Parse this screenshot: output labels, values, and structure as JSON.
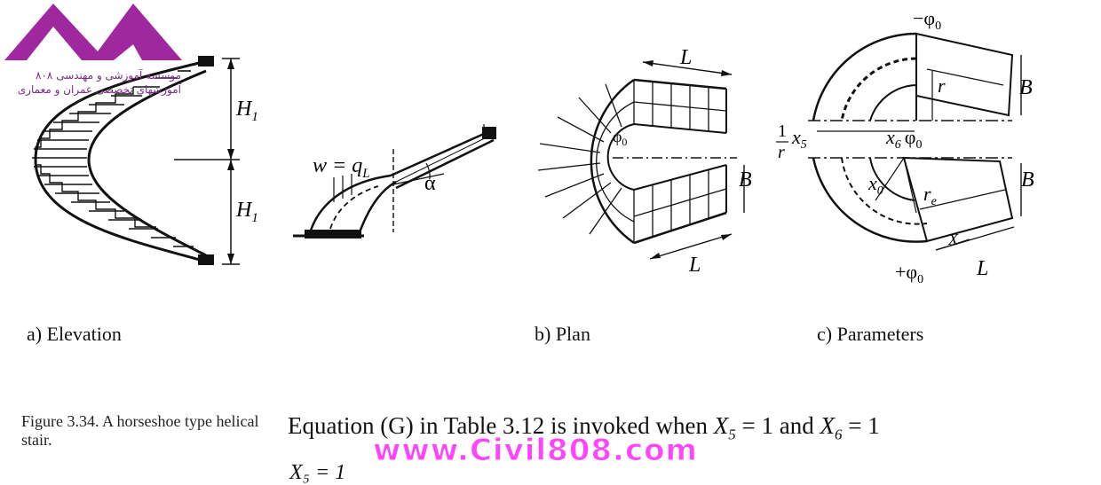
{
  "logo": {
    "line1": "موسسه آموزشی و مهندسی ۸۰۸",
    "line2": "آموزشهای تخصصی عمران و معماری",
    "color": "#a0289e"
  },
  "figure": {
    "elevation": {
      "label_h1_top": "H",
      "label_h1_bottom": "H",
      "subscript": "1"
    },
    "load": {
      "w_label": "w = q",
      "w_sub": "L",
      "alpha": "α"
    },
    "plan": {
      "L_top": "L",
      "L_bottom": "L",
      "B": "B",
      "phi": "φ",
      "phi_sub": "0"
    },
    "parameters": {
      "neg_phi": "−φ",
      "pos_phi": "+φ",
      "phi_sub": "0",
      "r": "r",
      "B_top": "B",
      "B_bottom": "B",
      "L": "L",
      "frac_num": "1",
      "frac_den": "r",
      "x5": "x",
      "x5_sub": "5",
      "x6": "x",
      "x6_sub": "6",
      "phi0": "φ",
      "x0": "x",
      "x0_sub": "0",
      "re": "r",
      "re_sub": "e",
      "X": "X"
    }
  },
  "captions": {
    "a": "a) Elevation",
    "b": "b) Plan",
    "c": "c) Parameters"
  },
  "figure_caption": "Figure 3.34. A horseshoe type helical stair.",
  "body_text": {
    "part1": "Equation (G) in Table 3.12 is invoked when ",
    "x5": "X",
    "x5_sub": "5",
    "eq1": " = 1 and ",
    "x6": "X",
    "x6_sub": "6",
    "eq2": " = 1"
  },
  "watermark": "www.Civil808.com",
  "next_line": "X₅ = 1"
}
